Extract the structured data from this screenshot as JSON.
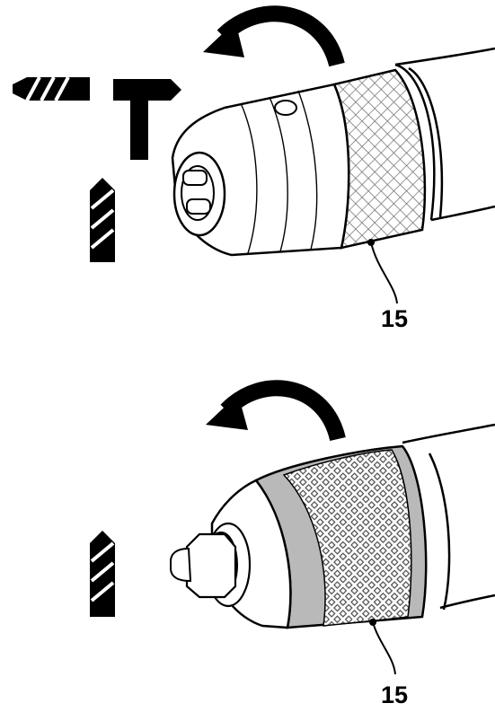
{
  "figures": [
    {
      "id": "top",
      "callout": "15"
    },
    {
      "id": "bottom",
      "callout": "15"
    }
  ],
  "colors": {
    "line": "#000000",
    "sleeve_gray": "#b9b9b9",
    "knurl_grid": "#9a9a9a",
    "background": "#ffffff"
  },
  "icons": [
    "rotate-arrow-icon",
    "chisel-icon",
    "hammer-icon",
    "drill-bit-icon"
  ]
}
